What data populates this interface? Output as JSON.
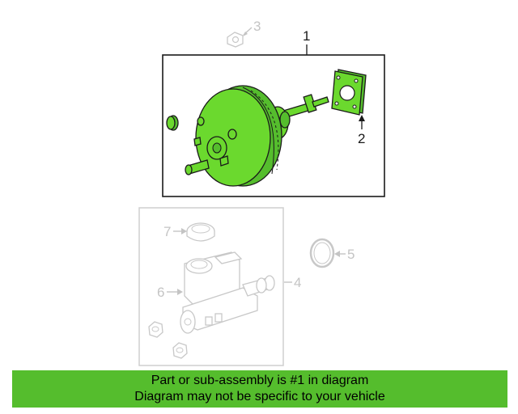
{
  "callouts": {
    "c1": "1",
    "c2": "2",
    "c3": "3",
    "c4": "4",
    "c5": "5",
    "c6": "6",
    "c7": "7"
  },
  "highlight_color": "#55bd2d",
  "part_color": "#6bd92e",
  "banner": {
    "line1": "Part or sub-assembly is #1 in diagram",
    "line2": "Diagram may not be specific to your vehicle"
  }
}
